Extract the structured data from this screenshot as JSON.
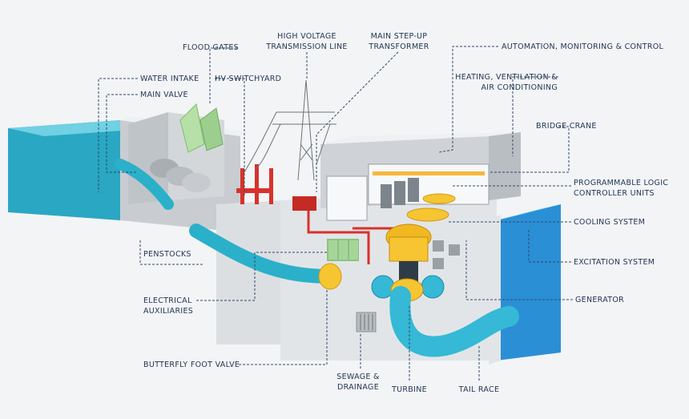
{
  "labels": {
    "flood_gates": "FLOOD GATES",
    "water_intake": "WATER INTAKE",
    "main_valve": "MAIN VALVE",
    "hv_switchyard": "HV SWITCHYARD",
    "hv_line": "HIGH VOLTAGE\nTRANSMISSION LINE",
    "main_transformer": "MAIN STEP-UP\nTRANSFORMER",
    "automation": "AUTOMATION, MONITORING & CONTROL",
    "hvac": "HEATING, VENTILATION &\nAIR CONDITIONING",
    "bridge_crane": "BRIDGE CRANE",
    "plc": "PROGRAMMABLE LOGIC\nCONTROLLER UNITS",
    "cooling": "COOLING SYSTEM",
    "excitation": "EXCITATION SYSTEM",
    "generator": "GENERATOR",
    "penstocks": "PENSTOCKS",
    "electrical_aux": "ELECTRICAL\nAUXILIARIES",
    "butterfly_valve": "BUTTERFLY FOOT VALVE",
    "sewage": "SEWAGE &\nDRAINAGE",
    "turbine": "TURBINE",
    "tail_race": "TAIL RACE"
  },
  "colors": {
    "water": "#2bb0c9",
    "building": "#d9dcdf",
    "label": "#1f3550",
    "yellow": "#f6c531",
    "red": "#d7322b",
    "green": "#9ccf8e"
  }
}
